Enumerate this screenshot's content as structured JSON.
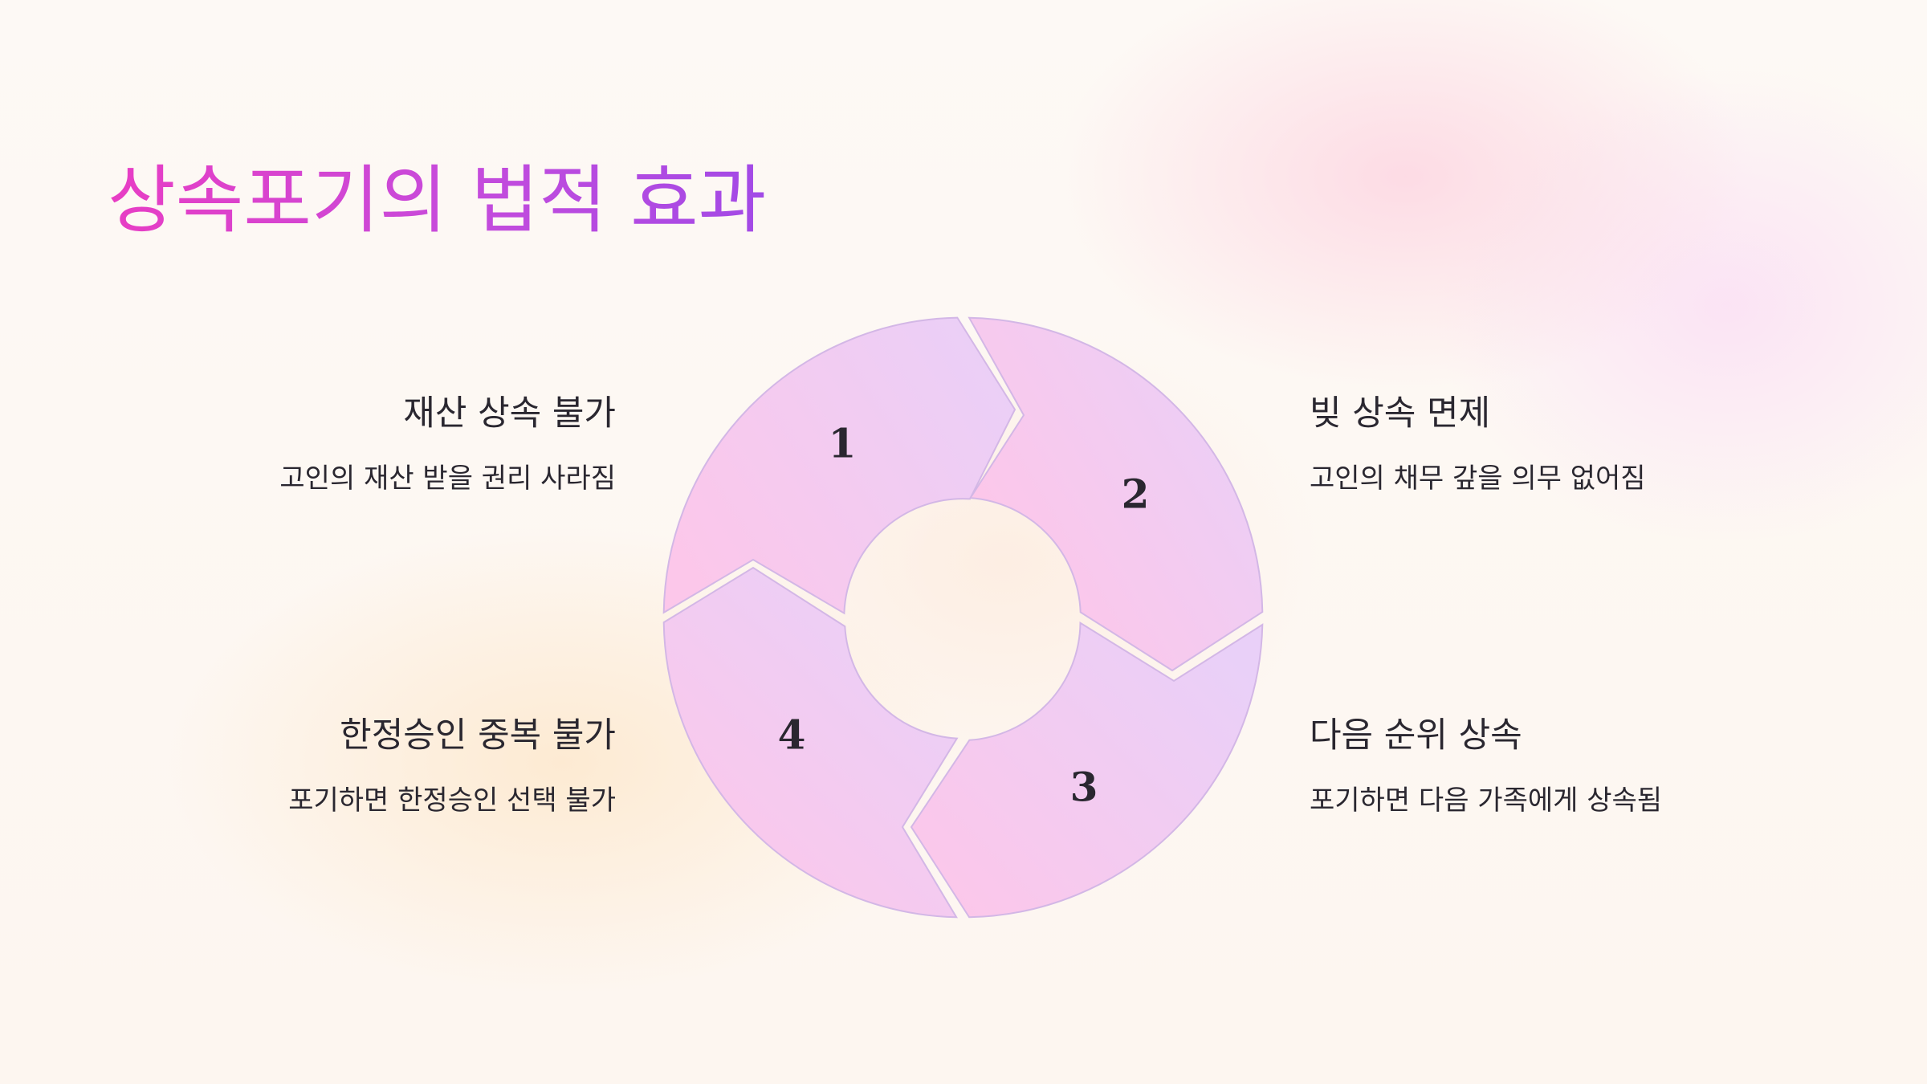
{
  "title": "상속포기의 법적 효과",
  "items": [
    {
      "number": "1",
      "heading": "재산 상속 불가",
      "description": "고인의 재산 받을 권리 사라짐"
    },
    {
      "number": "2",
      "heading": "빚 상속 면제",
      "description": "고인의 채무 갚을 의무 없어짐"
    },
    {
      "number": "3",
      "heading": "다음 순위 상속",
      "description": "포기하면 다음 가족에게 상속됨"
    },
    {
      "number": "4",
      "heading": "한정승인 중복 불가",
      "description": "포기하면 한정승인 선택 불가"
    }
  ],
  "colors": {
    "title_gradient_start": "#e83dc4",
    "title_gradient_end": "#a24ae6",
    "segment_pink": "#fcc7ea",
    "segment_lavender": "#e9d0f8",
    "text": "#2a2730"
  }
}
